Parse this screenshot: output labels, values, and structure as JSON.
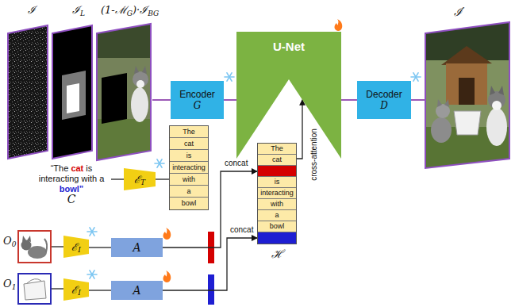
{
  "diagram": {
    "nodes": [
      {
        "text": [
          "ℐ",
          "ℐ",
          "L",
          "(1-ℳ",
          "G",
          ")·ℐ",
          "BG"
        ]
      },
      {
        "text": [
          "Encoder",
          "G"
        ]
      },
      {
        "text": [
          "U-Net"
        ]
      },
      {
        "text": [
          "Decoder",
          "D"
        ]
      },
      {
        "text": [
          "ℐ′"
        ]
      },
      {
        "text": [
          "“The cat is interacting with a bowl”",
          "C"
        ]
      },
      {
        "text": [
          "ℰ",
          "T"
        ]
      },
      {
        "text": [
          "The",
          "cat",
          "is",
          "interacting",
          "with",
          "a",
          "bowl"
        ]
      },
      {
        "text": [
          "The",
          "cat",
          "is",
          "interacting",
          "with",
          "a",
          "bowl",
          "ℋ"
        ]
      },
      {
        "text": [
          "O",
          "0"
        ]
      },
      {
        "text": [
          "ℰ",
          "I"
        ]
      },
      {
        "text": [
          "A"
        ]
      },
      {
        "text": [
          "O",
          "1"
        ]
      },
      {
        "text": [
          "ℰ",
          "I"
        ]
      },
      {
        "text": [
          "A"
        ]
      }
    ],
    "edges": [
      {
        "from": 0,
        "to": 1,
        "arrow": "none"
      },
      {
        "from": 1,
        "to": 2,
        "arrow": "none"
      },
      {
        "from": 2,
        "to": 3,
        "arrow": "none"
      },
      {
        "from": 3,
        "to": 4,
        "arrow": "none"
      },
      {
        "from": 5,
        "to": 6,
        "arrow": "none"
      },
      {
        "from": 6,
        "to": 7,
        "arrow": "none"
      },
      {
        "from": 8,
        "to": 2,
        "label": "cross-attention",
        "arrow": "to"
      },
      {
        "from": 9,
        "to": 10,
        "arrow": "none"
      },
      {
        "from": 10,
        "to": 11,
        "arrow": "none"
      },
      {
        "from": 11,
        "to": 8,
        "label": "concat",
        "arrow": "to"
      },
      {
        "from": 12,
        "to": 13,
        "arrow": "none"
      },
      {
        "from": 13,
        "to": 14,
        "arrow": "none"
      },
      {
        "from": 14,
        "to": 8,
        "label": "concat",
        "arrow": "to"
      }
    ]
  }
}
